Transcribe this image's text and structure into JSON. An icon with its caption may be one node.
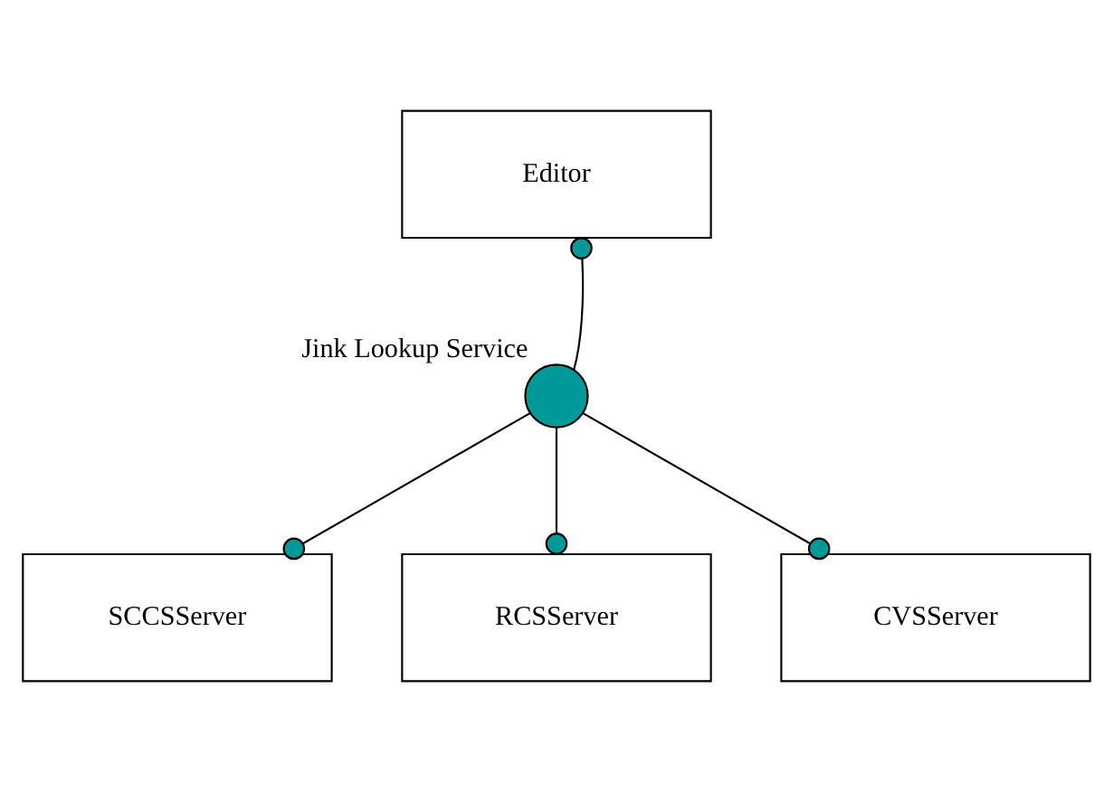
{
  "diagram": {
    "nodes": [
      {
        "text": [
          "Editor"
        ]
      },
      {
        "text": [],
        "shape": "circle",
        "beside": [
          "Jink Lookup Service"
        ]
      },
      {
        "text": [
          "SCCSServer"
        ]
      },
      {
        "text": [
          "RCSServer"
        ]
      },
      {
        "text": [
          "CVSServer"
        ]
      }
    ],
    "edges": [
      {
        "from": 1,
        "to": 0,
        "arrow": "other"
      },
      {
        "from": 1,
        "to": 2,
        "arrow": "other"
      },
      {
        "from": 1,
        "to": 3,
        "arrow": "other"
      },
      {
        "from": 1,
        "to": 4,
        "arrow": "other"
      }
    ]
  }
}
